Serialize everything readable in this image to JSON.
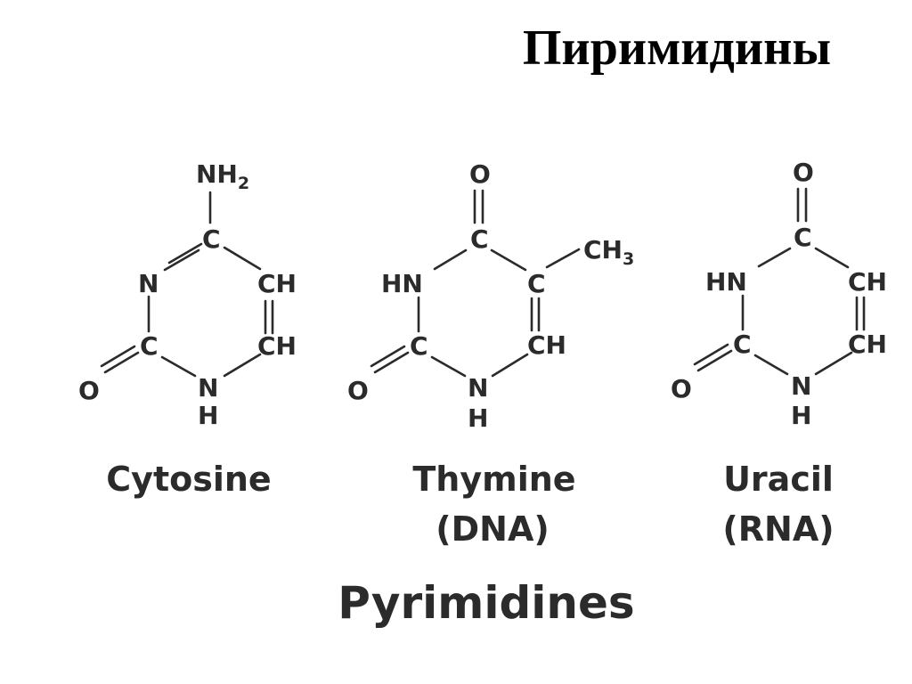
{
  "title": "Пиримидины",
  "footer": "Pyrimidines",
  "molecules": {
    "cytosine": {
      "name": "Cytosine",
      "atoms": {
        "nh2_main": "NH",
        "nh2_sub": "2",
        "c4": "C",
        "n3": "N",
        "c5": "CH",
        "c6": "CH",
        "c2": "C",
        "n1": "N",
        "h1": "H",
        "o2": "O"
      }
    },
    "thymine": {
      "name": "Thymine",
      "note": "(DNA)",
      "atoms": {
        "o4": "O",
        "c4": "C",
        "n3": "HN",
        "c5": "C",
        "ch3_main": "CH",
        "ch3_sub": "3",
        "c6": "CH",
        "c2": "C",
        "n1": "N",
        "h1": "H",
        "o2": "O"
      }
    },
    "uracil": {
      "name": "Uracil",
      "note": "(RNA)",
      "atoms": {
        "o4": "O",
        "c4": "C",
        "n3": "HN",
        "c5": "CH",
        "c6": "CH",
        "c2": "C",
        "n1": "N",
        "h1": "H",
        "o2": "O"
      }
    }
  }
}
